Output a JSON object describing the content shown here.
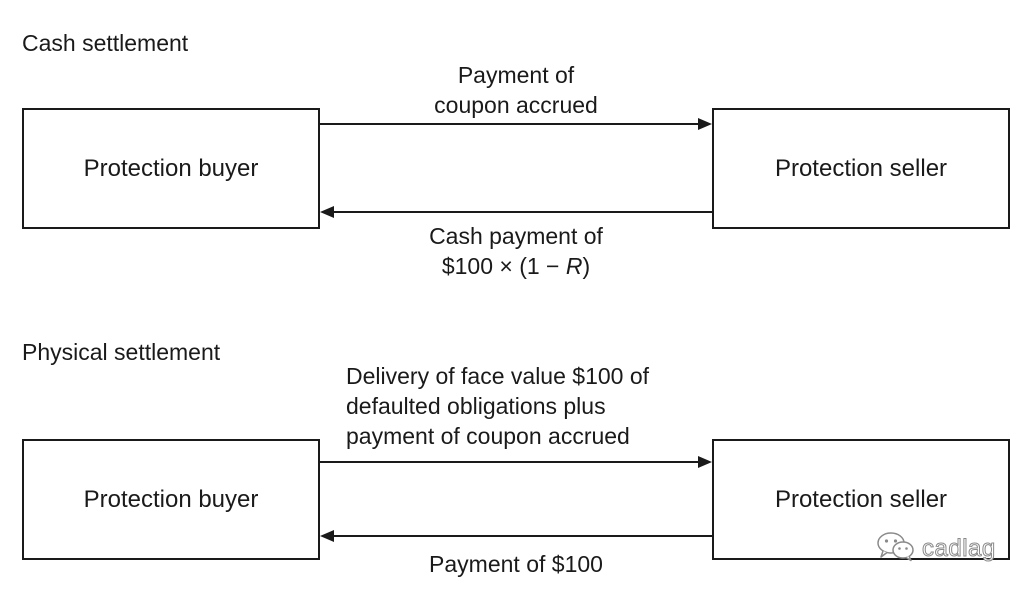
{
  "cash": {
    "title": "Cash settlement",
    "buyer_label": "Protection buyer",
    "seller_label": "Protection seller",
    "top_label_lines": [
      "Payment of",
      "coupon accrued"
    ],
    "bottom_label_line1": "Cash payment of",
    "bottom_label_prefix": "$100 × (1 − ",
    "bottom_label_var": "R",
    "bottom_label_suffix": ")"
  },
  "physical": {
    "title": "Physical settlement",
    "buyer_label": "Protection buyer",
    "seller_label": "Protection seller",
    "top_label_lines": [
      "Delivery of face value $100 of",
      "defaulted obligations plus",
      "payment of coupon accrued"
    ],
    "bottom_label_lines": [
      "Payment of $100"
    ]
  },
  "watermark": {
    "text": "cadlag",
    "icon": "wechat-icon"
  },
  "colors": {
    "ink": "#1a1a1a",
    "watermark": "#8a8a8a"
  }
}
